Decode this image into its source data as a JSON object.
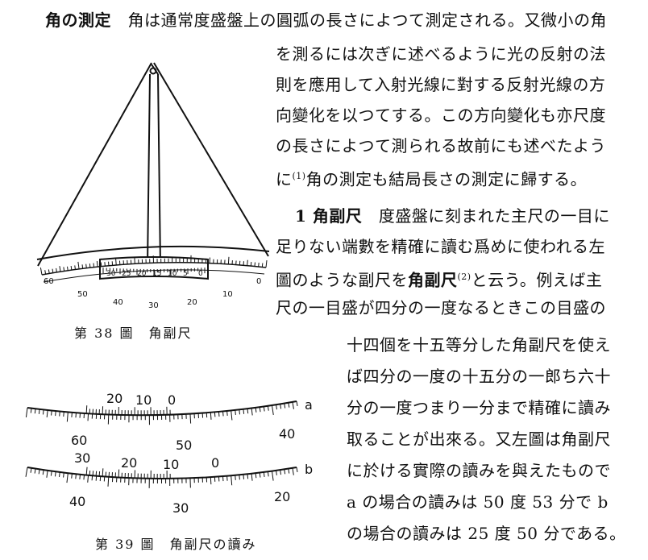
{
  "paragraph1": {
    "heading": "角の測定",
    "line1_rest": "角は通常度盛盤上の圓弧の長さによつて測定される。又微小の角",
    "line2": "を測るには次ぎに述べるように光の反射の法",
    "line3": "則を應用して入射光線に對する反射光線の方",
    "line4": "向變化を以つてする。この方向變化も亦尺度",
    "line5": "の長さによつて測られる故前にも述べたよう",
    "line6_pre": "に",
    "line6_ref": "(1)",
    "line6_post": "角の測定も結局長さの測定に歸する。"
  },
  "paragraph2": {
    "heading": "1 角副尺",
    "line1_rest": "度盛盤に刻まれた主尺の一目に",
    "line2": "足りない端數を精確に讀む爲めに使われる左",
    "line3_pre": "圖のような副尺を",
    "line3_term": "角副尺",
    "line3_ref": "(2)",
    "line3_post": "と云う。例えば主",
    "line4": "尺の一目盛が四分の一度なるときこの目盛の",
    "line5": "十四個を十五等分した角副尺を使え",
    "line6": "ば四分の一度の十五分の一郎ち六十",
    "line7": "分の一度つまり一分まで精確に讀み",
    "line8": "取ることが出來る。又左圖は角副尺",
    "line9": "に於ける實際の讀みを與えたもので",
    "line10": "a の場合の讀みは 50 度 53 分で b",
    "line11": "の場合の讀みは 25 度 50 分である。"
  },
  "figure38": {
    "caption": "第 38 圖　角副尺",
    "main_labels": [
      "60",
      "50",
      "40",
      "30",
      "20",
      "10",
      "0"
    ],
    "vernier_labels": [
      "30",
      "25",
      "20",
      "15",
      "10",
      "5",
      "0"
    ]
  },
  "figure39": {
    "caption": "第 39 圖　角副尺の讀み",
    "a": {
      "tag": "a",
      "vernier_labels": [
        "20",
        "10",
        "0"
      ],
      "main_labels": [
        "60",
        "50",
        "40"
      ]
    },
    "b": {
      "tag": "b",
      "vernier_labels": [
        "30",
        "20",
        "10",
        "0"
      ],
      "main_labels": [
        "40",
        "30",
        "20"
      ]
    }
  }
}
